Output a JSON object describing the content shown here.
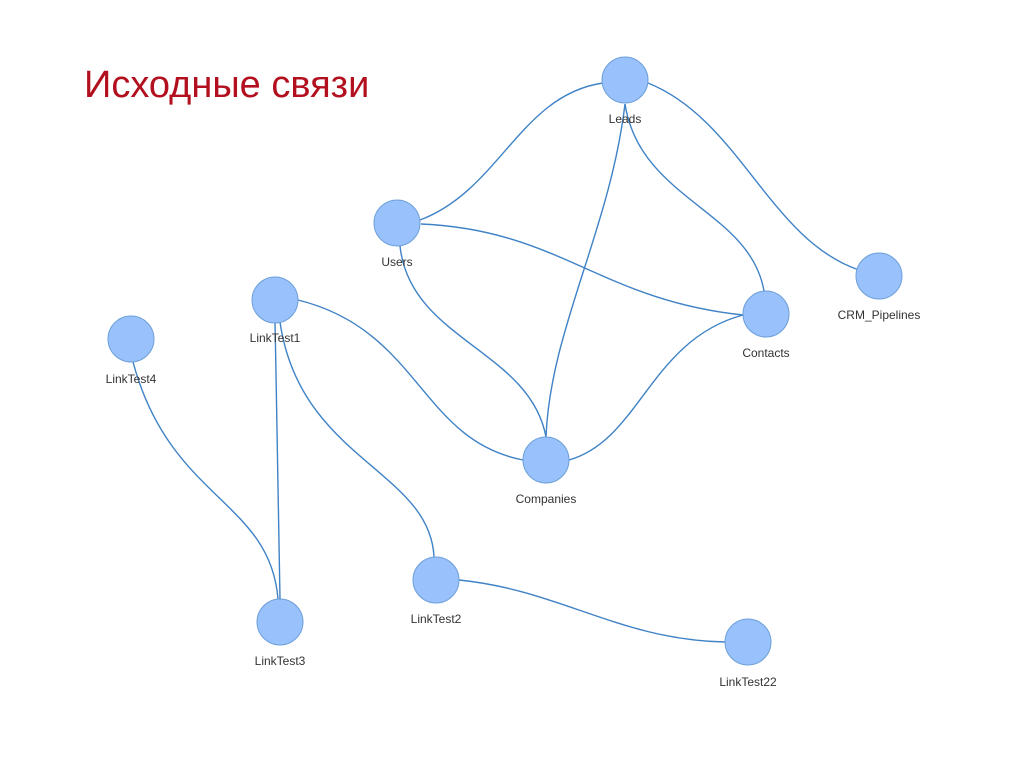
{
  "title": "Исходные связи",
  "colors": {
    "title": "#b2101e",
    "edge": "#3f82c6",
    "node_fill": "#99c1fb",
    "node_stroke": "#6d9fd9",
    "label": "#333333"
  },
  "nodes": [
    {
      "id": "leads",
      "label": "Leads"
    },
    {
      "id": "users",
      "label": "Users"
    },
    {
      "id": "crm_pipelines",
      "label": "CRM_Pipelines"
    },
    {
      "id": "contacts",
      "label": "Contacts"
    },
    {
      "id": "companies",
      "label": "Companies"
    },
    {
      "id": "linktest1",
      "label": "LinkTest1"
    },
    {
      "id": "linktest4",
      "label": "LinkTest4"
    },
    {
      "id": "linktest3",
      "label": "LinkTest3"
    },
    {
      "id": "linktest2",
      "label": "LinkTest2"
    },
    {
      "id": "linktest22",
      "label": "LinkTest22"
    }
  ],
  "edges": [
    {
      "source": "leads",
      "target": "users"
    },
    {
      "source": "leads",
      "target": "companies"
    },
    {
      "source": "leads",
      "target": "contacts"
    },
    {
      "source": "leads",
      "target": "crm_pipelines"
    },
    {
      "source": "users",
      "target": "contacts"
    },
    {
      "source": "users",
      "target": "companies"
    },
    {
      "source": "contacts",
      "target": "companies"
    },
    {
      "source": "linktest1",
      "target": "companies"
    },
    {
      "source": "linktest1",
      "target": "linktest3"
    },
    {
      "source": "linktest1",
      "target": "linktest2"
    },
    {
      "source": "linktest4",
      "target": "linktest3"
    },
    {
      "source": "linktest2",
      "target": "linktest22"
    }
  ]
}
